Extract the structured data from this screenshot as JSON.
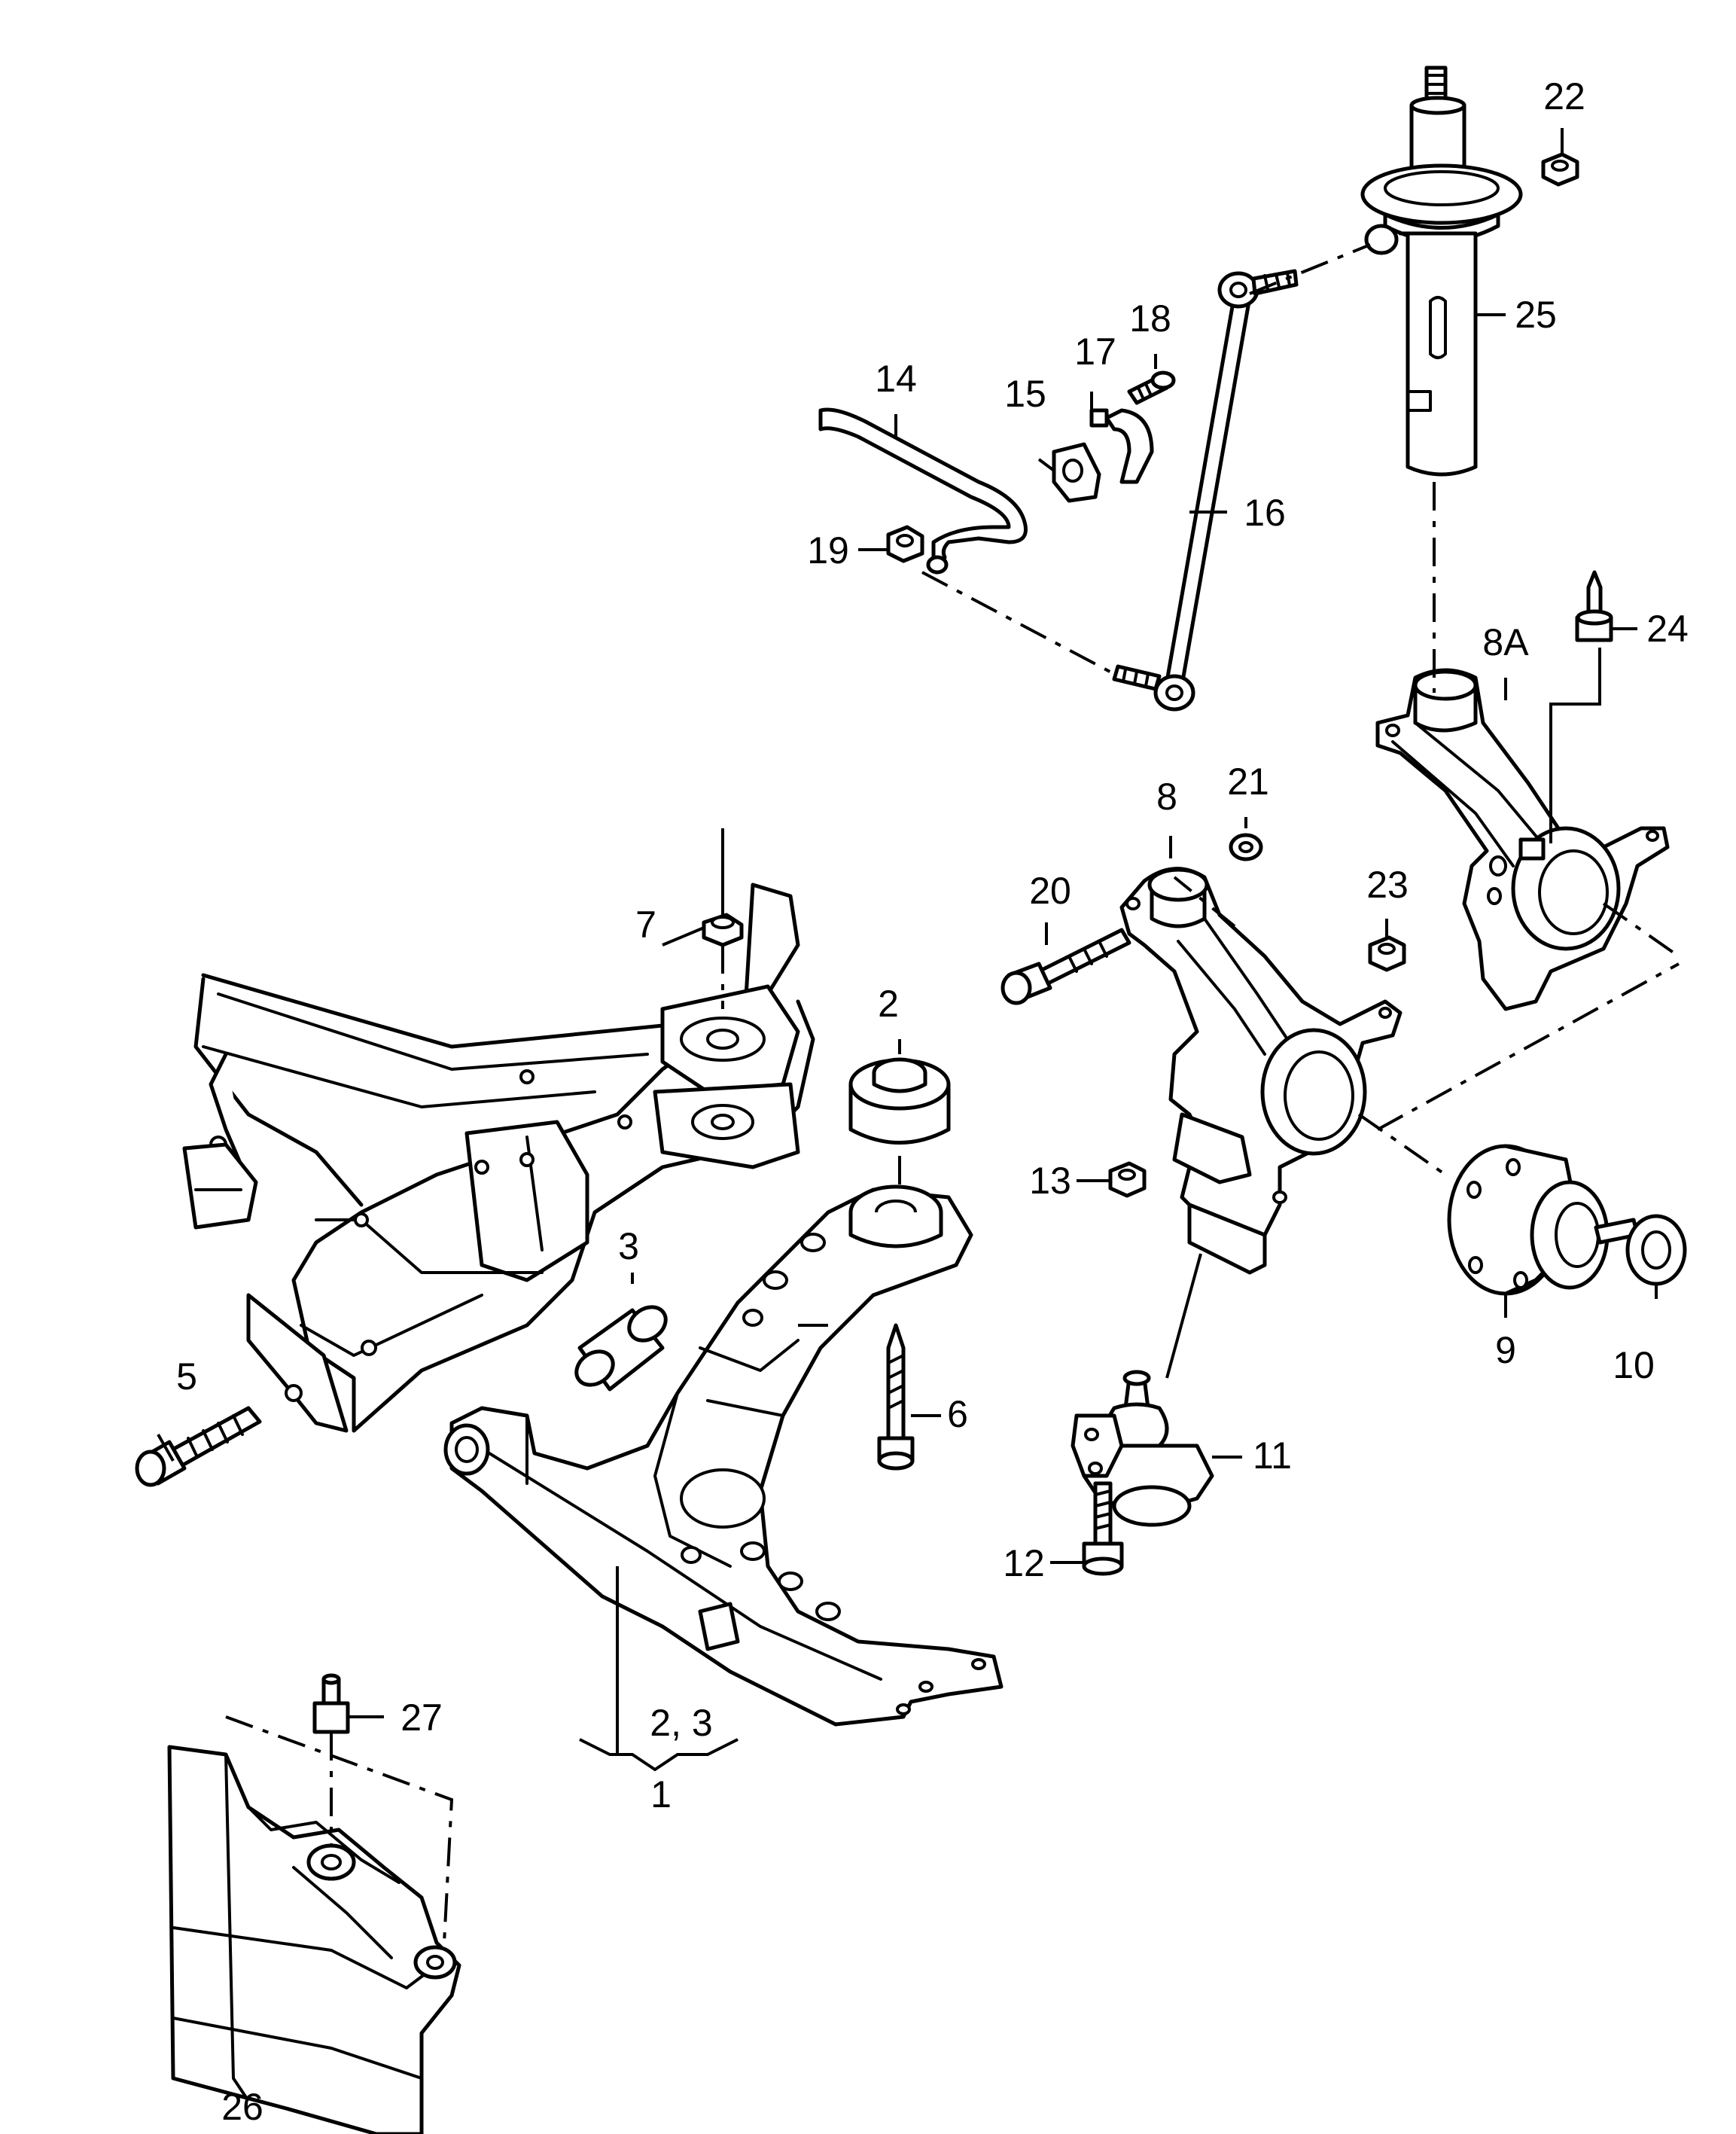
{
  "diagram": {
    "callouts": [
      {
        "id": "1",
        "label": "1"
      },
      {
        "id": "2",
        "label": "2"
      },
      {
        "id": "3",
        "label": "3"
      },
      {
        "id": "23b",
        "label": "2, 3"
      },
      {
        "id": "5",
        "label": "5"
      },
      {
        "id": "6",
        "label": "6"
      },
      {
        "id": "7",
        "label": "7"
      },
      {
        "id": "8",
        "label": "8"
      },
      {
        "id": "8A",
        "label": "8A"
      },
      {
        "id": "9",
        "label": "9"
      },
      {
        "id": "10",
        "label": "10"
      },
      {
        "id": "11",
        "label": "11"
      },
      {
        "id": "12",
        "label": "12"
      },
      {
        "id": "13",
        "label": "13"
      },
      {
        "id": "14",
        "label": "14"
      },
      {
        "id": "15",
        "label": "15"
      },
      {
        "id": "16",
        "label": "16"
      },
      {
        "id": "17",
        "label": "17"
      },
      {
        "id": "18",
        "label": "18"
      },
      {
        "id": "19",
        "label": "19"
      },
      {
        "id": "20",
        "label": "20"
      },
      {
        "id": "21",
        "label": "21"
      },
      {
        "id": "22",
        "label": "22"
      },
      {
        "id": "23",
        "label": "23"
      },
      {
        "id": "24",
        "label": "24"
      },
      {
        "id": "25",
        "label": "25"
      },
      {
        "id": "26",
        "label": "26"
      },
      {
        "id": "27",
        "label": "27"
      }
    ]
  }
}
